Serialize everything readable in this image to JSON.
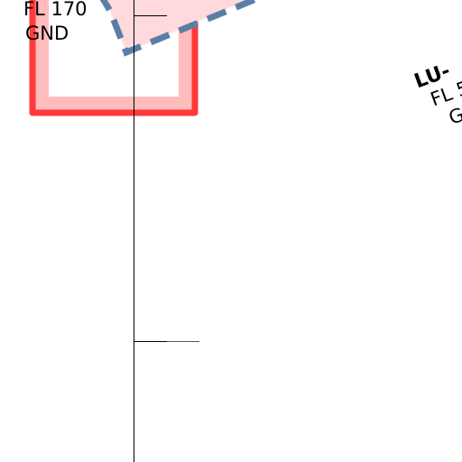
{
  "map": {
    "colors": {
      "background": "#ffffff",
      "restricted_area_fill": "#ffbcbc",
      "restricted_area_border": "#ff3a3a",
      "dashed_area_fill": "#ffd9dd",
      "dashed_area_border": "#5b7ea6",
      "meridian_line": "#000000",
      "label_text": "#000000"
    },
    "areas": [
      {
        "id": "restricted-area-left",
        "style": "solid-red",
        "upper_limit": "FL 170",
        "lower_limit": "GND"
      },
      {
        "id": "dashed-area-top",
        "style": "dashed-blue"
      },
      {
        "id": "airspace-lu",
        "name": "LU-",
        "upper_limit": "FL 5",
        "lower_limit": "GN"
      }
    ]
  }
}
